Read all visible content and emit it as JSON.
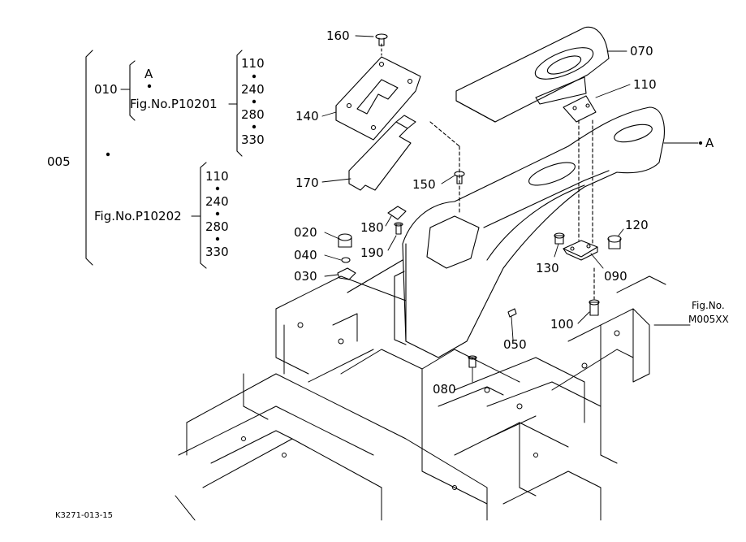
{
  "tree": {
    "root": "005",
    "sub": "010",
    "marker": "A",
    "fig1": "Fig.No.P10201",
    "fig1_parts": [
      "110",
      "240",
      "280",
      "330"
    ],
    "fig2": "Fig.No.P10202",
    "fig2_parts": [
      "110",
      "240",
      "280",
      "330"
    ]
  },
  "callouts": {
    "c160": "160",
    "c140": "140",
    "c170": "170",
    "c070": "070",
    "c110": "110",
    "cA": "A",
    "c150": "150",
    "c180": "180",
    "c190": "190",
    "c020": "020",
    "c040": "040",
    "c030": "030",
    "c120": "120",
    "c130": "130",
    "c090": "090",
    "c100": "100",
    "c050": "050",
    "c080": "080"
  },
  "figref": {
    "line1": "Fig.No.",
    "line2": "M005XX"
  },
  "caption": "K3271-013-15",
  "colors": {
    "ink": "#000000",
    "paper": "#ffffff"
  }
}
